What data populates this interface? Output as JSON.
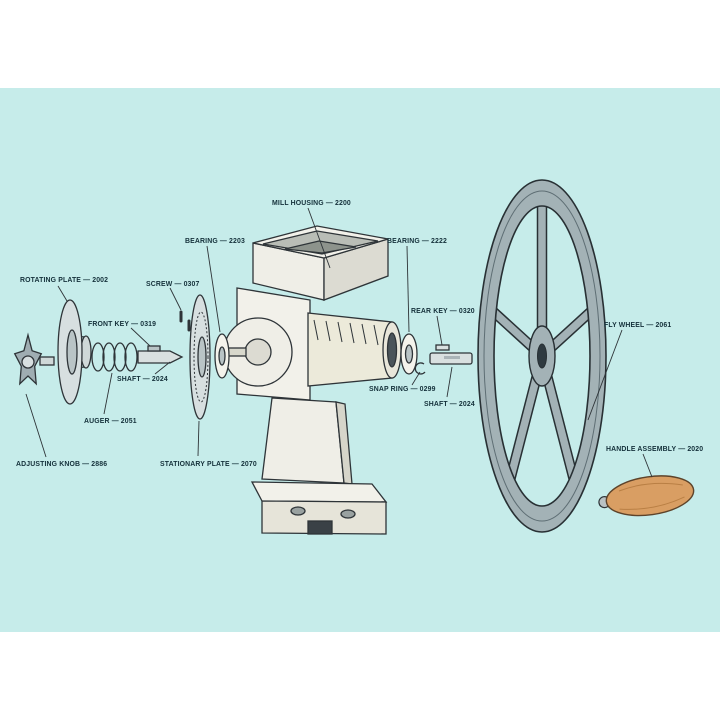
{
  "colors": {
    "band": "#c6ecea",
    "paper": "#ffffff",
    "ink": "#2e3438",
    "label_ink": "#14303a",
    "housing_white": "#f2f1ea",
    "housing_shade": "#dcdbd2",
    "wheel_gray": "#a3b2b6",
    "handle_tan": "#d99e63"
  },
  "labels": {
    "rotating_plate": "ROTATING PLATE — 2002",
    "adjusting_knob": "ADJUSTING KNOB — 2886",
    "auger": "AUGER — 2051",
    "shaft_left": "SHAFT — 2024",
    "front_key": "FRONT KEY — 0319",
    "screw": "SCREW — 0307",
    "bearing_left": "BEARING — 2203",
    "mill_housing": "MILL HOUSING — 2200",
    "stationary_plate": "STATIONARY PLATE — 2070",
    "bearing_right": "BEARING — 2222",
    "rear_key": "REAR KEY — 0320",
    "snap_ring": "SNAP RING — 0299",
    "shaft_right": "SHAFT — 2024",
    "fly_wheel": "FLY WHEEL — 2061",
    "handle_assembly": "HANDLE ASSEMBLY — 2020"
  }
}
